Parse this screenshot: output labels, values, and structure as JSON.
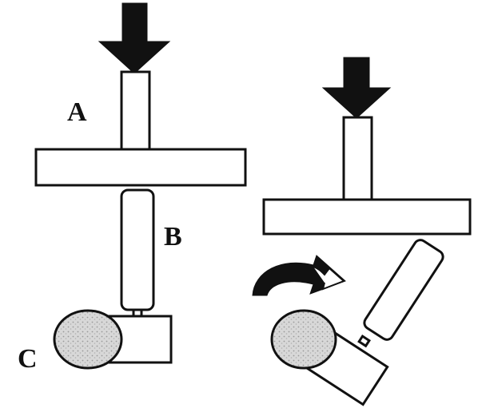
{
  "labels": {
    "a": "A",
    "b": "B",
    "c": "C"
  },
  "colors": {
    "stroke": "#111111",
    "fill": "#ffffff",
    "arrow": "#111111",
    "ball": "#d0d0d0"
  },
  "icons": {
    "force_arrow": "down-arrow-icon",
    "rotation_arrow": "curved-arrow-icon"
  }
}
